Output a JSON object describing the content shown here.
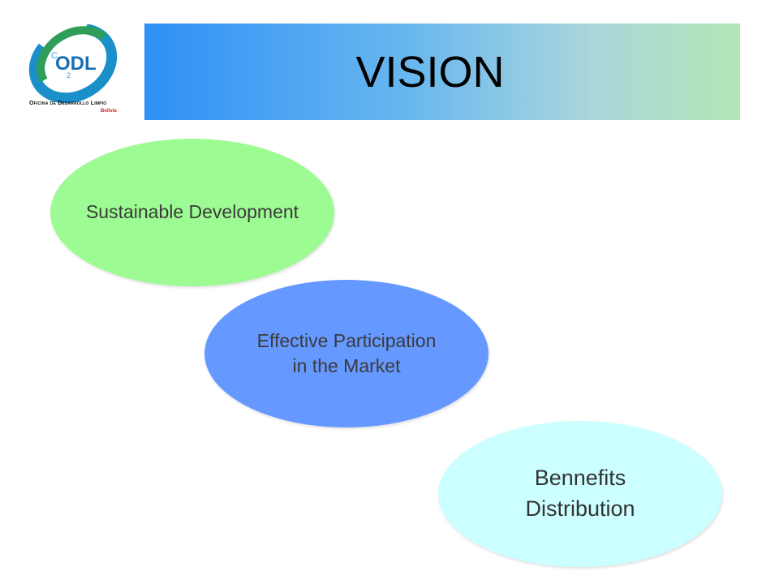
{
  "logo": {
    "letters": "ODL",
    "sub_c": "C",
    "sub_2": "2",
    "name": "Oficina de Desarrollo Limpio",
    "country": "Bolivia"
  },
  "title": "VISION",
  "ellipses": [
    {
      "lines": [
        "Sustainable Development"
      ],
      "color": "#9dfb93"
    },
    {
      "lines": [
        "Effective Participation",
        "in the Market"
      ],
      "color": "#6699ff"
    },
    {
      "lines": [
        "Bennefits",
        "Distribution"
      ],
      "color": "#ccffff"
    }
  ]
}
